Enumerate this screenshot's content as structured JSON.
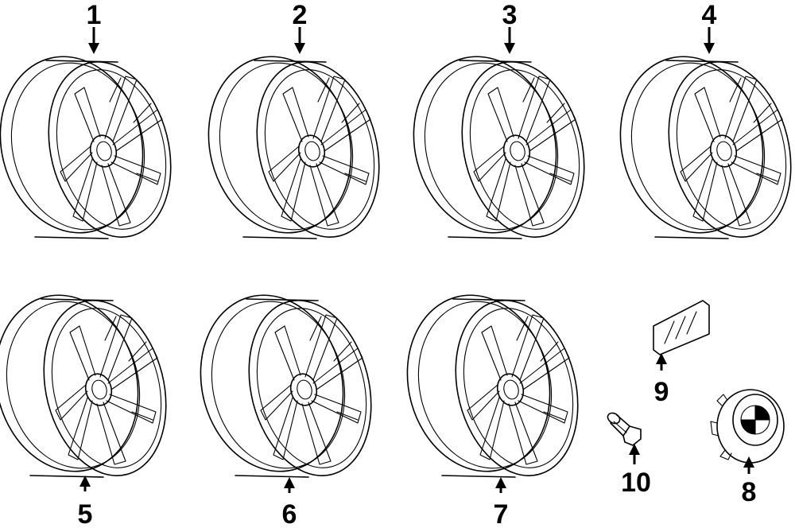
{
  "diagram": {
    "parts": [
      {
        "id": "1",
        "label": "1",
        "kind": "wheel"
      },
      {
        "id": "2",
        "label": "2",
        "kind": "wheel"
      },
      {
        "id": "3",
        "label": "3",
        "kind": "wheel"
      },
      {
        "id": "4",
        "label": "4",
        "kind": "wheel"
      },
      {
        "id": "5",
        "label": "5",
        "kind": "wheel"
      },
      {
        "id": "6",
        "label": "6",
        "kind": "wheel"
      },
      {
        "id": "7",
        "label": "7",
        "kind": "wheel"
      },
      {
        "id": "8",
        "label": "8",
        "kind": "center-cap"
      },
      {
        "id": "9",
        "label": "9",
        "kind": "m-badge"
      },
      {
        "id": "10",
        "label": "10",
        "kind": "wheel-bolt"
      }
    ]
  },
  "colors": {
    "line": "#000000",
    "background": "#ffffff"
  }
}
